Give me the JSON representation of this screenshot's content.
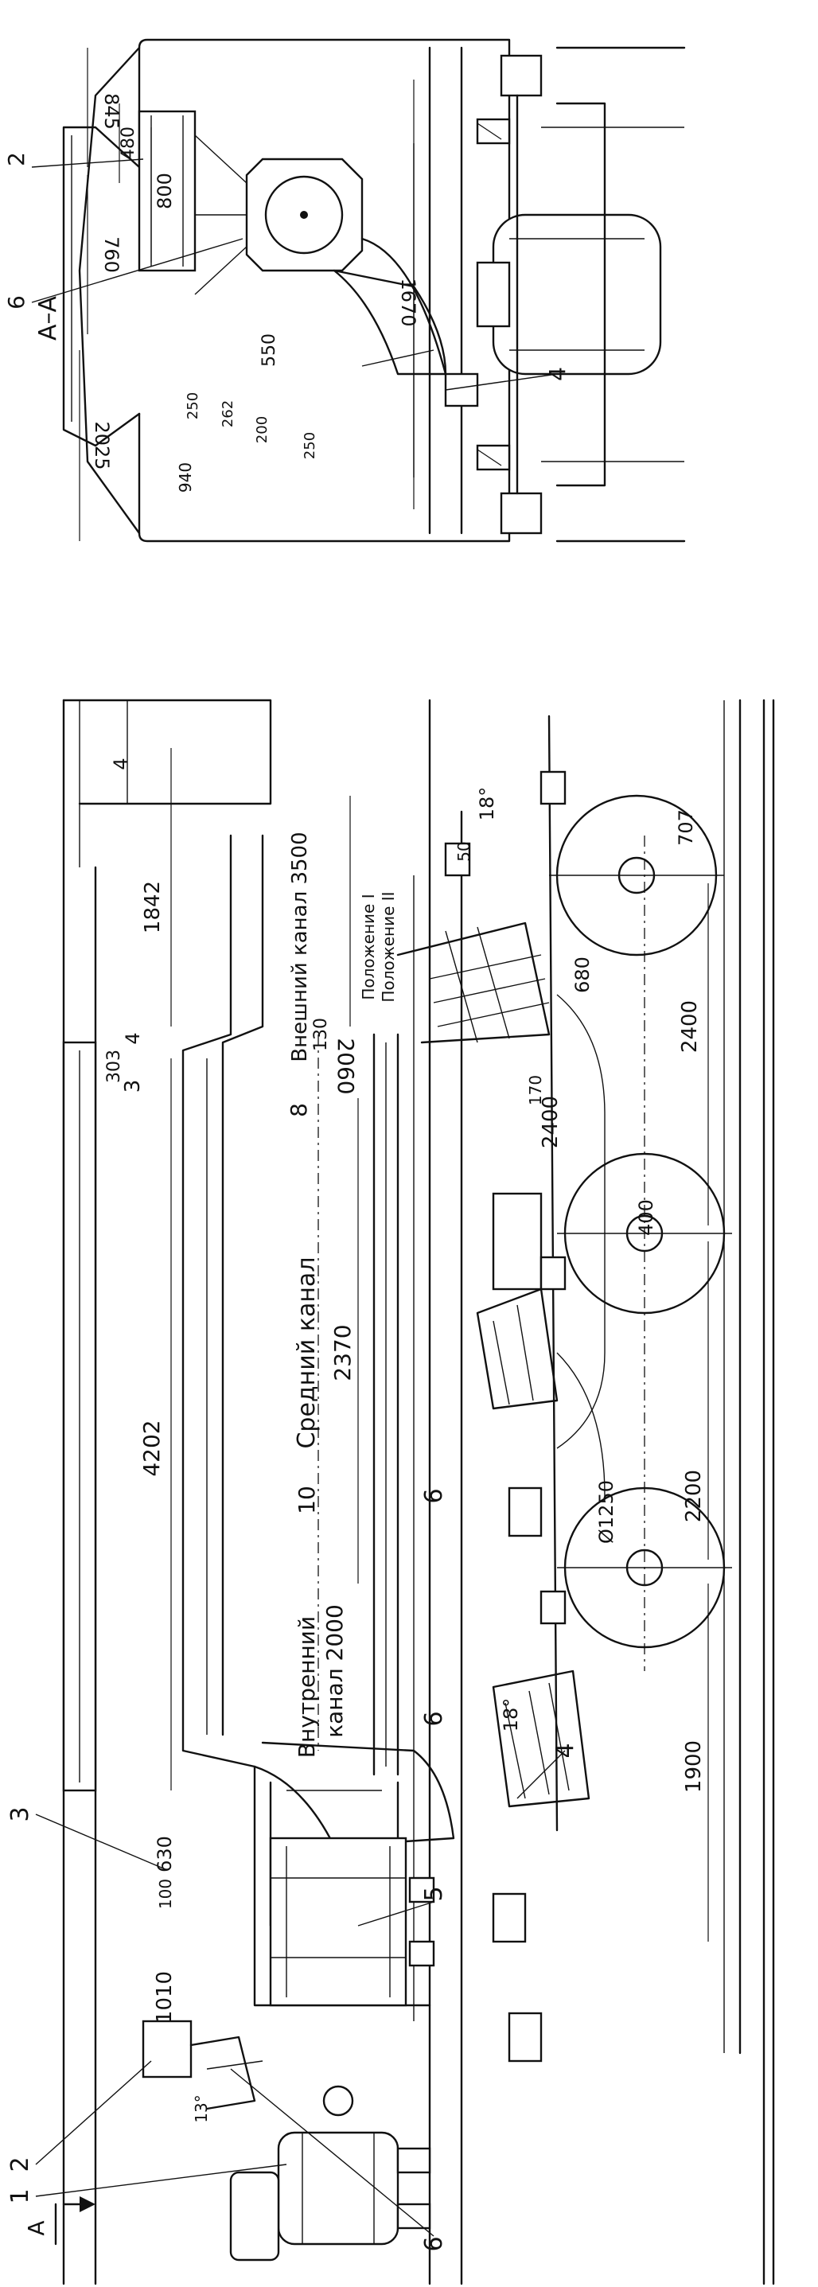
{
  "section_title": "А–А",
  "section_marker": "А",
  "callouts": {
    "c1": "1",
    "c2": "2",
    "c3": "3",
    "c4": "4",
    "c5": "5",
    "c6": "6",
    "c8": "8",
    "c10": "10"
  },
  "channels": {
    "inner_line1": "Внутренний",
    "inner_line2": "канал 2000",
    "middle": "Средний канал",
    "outer": "Внешний канал 3500",
    "position1": "Положение I",
    "position2": "Положение II"
  },
  "dimensions_side": {
    "d4202": "4202",
    "d1842": "1842",
    "d2370": "2370",
    "d2060": "2060",
    "d1010": "1010",
    "d630": "630",
    "d100": "100",
    "d303": "303",
    "d130": "130",
    "d4a": "4",
    "d4b": "4",
    "d3": "3",
    "d1900": "1900",
    "d2200": "2200",
    "d2400a": "2400",
    "d2400b": "2400",
    "d400": "400",
    "d680": "680",
    "d707": "707",
    "d170": "170",
    "d50": "50",
    "d1250": "Ø1250",
    "a18a": "18°",
    "a18b": "18°",
    "a13": "13°"
  },
  "dimensions_section": {
    "d845": "845",
    "d760": "760",
    "d2025": "2025",
    "d800": "800",
    "d480": "480",
    "d550": "550",
    "d1670": "1670",
    "d250a": "250",
    "d262": "262",
    "d200": "200",
    "d250b": "250",
    "d940": "940"
  }
}
